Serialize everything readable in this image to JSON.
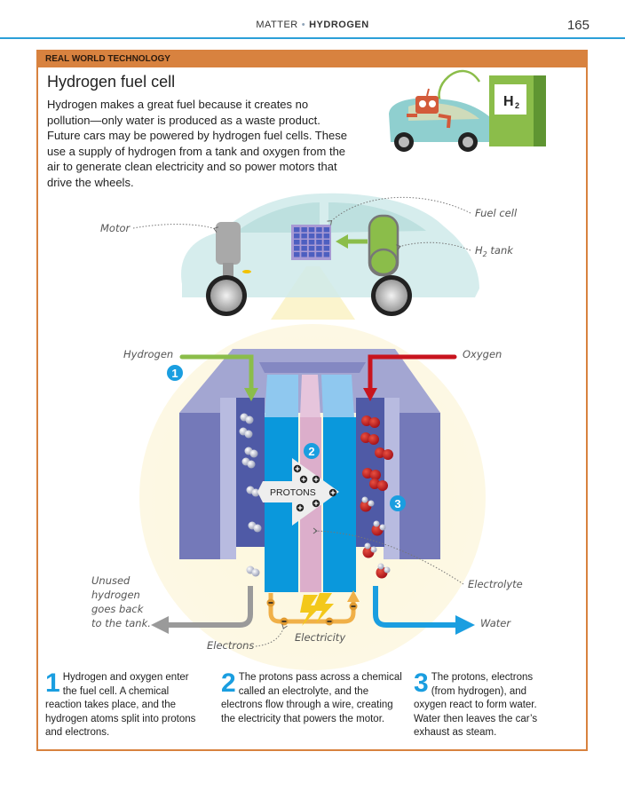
{
  "header": {
    "section": "MATTER",
    "separator": "•",
    "topic": "HYDROGEN",
    "page_number": "165"
  },
  "panel": {
    "category": "REAL WORLD TECHNOLOGY",
    "title": "Hydrogen fuel cell",
    "intro": "Hydrogen makes a great fuel because it creates no pollution—only water is produced as a waste product. Future cars may be powered by hydrogen fuel cells. These use a supply of hydrogen from a tank and oxygen from the air to generate clean electricity and so power motors that drive the wheels."
  },
  "illustration": {
    "pump_label": "H",
    "pump_subscript": "2"
  },
  "car_labels": {
    "motor": "Motor",
    "fuel_cell": "Fuel cell",
    "h2_tank": "H",
    "h2_tank_sub": "2",
    "h2_tank_rest": " tank"
  },
  "cell_labels": {
    "hydrogen": "Hydrogen",
    "oxygen": "Oxygen",
    "protons": "PROTONS",
    "electrolyte": "Electrolyte",
    "unused_hydrogen": [
      "Unused",
      "hydrogen",
      "goes back",
      "to the tank."
    ],
    "water": "Water",
    "electrons": "Electrons",
    "electricity": "Electricity",
    "badges": [
      "1",
      "2",
      "3"
    ]
  },
  "colors": {
    "accent_orange": "#d8823f",
    "accent_blue": "#1a9ee0",
    "hydrogen_green": "#8bbd4a",
    "oxygen_red": "#c8141e",
    "water_blue": "#1a9ee0"
  },
  "steps": [
    {
      "number": "1",
      "text": "Hydrogen and oxygen enter the fuel cell. A chemical reaction takes place, and the hydrogen atoms split into protons and electrons."
    },
    {
      "number": "2",
      "text": "The protons pass across a chemical called an electrolyte, and the electrons flow through a wire, creating the electricity that powers the motor."
    },
    {
      "number": "3",
      "text": "The protons, electrons (from hydrogen), and oxygen react to form water. Water then leaves the car’s exhaust as steam."
    }
  ]
}
